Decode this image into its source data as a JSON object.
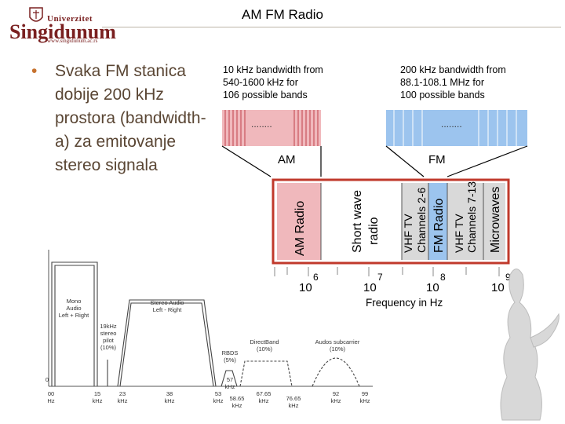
{
  "logo": {
    "line1": "Univerzitet",
    "line2": "Singidunum",
    "line3": "www.singidunum.ac.rs"
  },
  "slide": {
    "title": "AM FM Radio",
    "bullet": "Svaka FM stanica dobije 200 kHz prostora (bandwidth-a) za emitovanje stereo signala"
  },
  "spectrum": {
    "am_note": [
      "10 kHz bandwidth from",
      "540-1600 kHz for",
      "106 possible bands"
    ],
    "fm_note": [
      "200 kHz bandwidth from",
      "88.1-108.1 MHz for",
      "100 possible bands"
    ],
    "dots": "........",
    "am_label": "AM",
    "fm_label": "FM",
    "bands": {
      "am_radio": "AM Radio",
      "short_wave_1": "Short wave",
      "short_wave_2": "radio",
      "vhf1_1": "VHF TV",
      "vhf1_2": "Channels 2-6",
      "fm_radio": "FM Radio",
      "vhf2_1": "VHF TV",
      "vhf2_2": "Channels 7-13",
      "microwaves": "Microwaves"
    },
    "ticks": [
      {
        "base": "10",
        "exp": "6"
      },
      {
        "base": "10",
        "exp": "7"
      },
      {
        "base": "10",
        "exp": "8"
      },
      {
        "base": "10",
        "exp": "9"
      }
    ],
    "axis_label": "Frequency in Hz",
    "colors": {
      "am": "#f0b8bc",
      "fm": "#9cc4ee",
      "band_fill": "#d9d9d9",
      "band_border": "#c0392b"
    }
  },
  "fm_signal": {
    "y_zero": "0",
    "labels": {
      "mono": [
        "Mono",
        "Audio",
        "Left + Right"
      ],
      "stereo": [
        "Stereo Audio",
        "Left - Right"
      ],
      "pilot": [
        "19kHz",
        "stereo",
        "pilot",
        "(10%)"
      ],
      "rbds": [
        "RBDS",
        "(5%)"
      ],
      "directband": [
        "DirectBand",
        "(10%)"
      ],
      "audio_sub": [
        "Audos subcarrier",
        "(10%)"
      ]
    },
    "x_ticks": [
      {
        "value": "00",
        "unit": "Hz"
      },
      {
        "value": "15",
        "unit": "kHz"
      },
      {
        "value": "23",
        "unit": "kHz"
      },
      {
        "value": "38",
        "unit": "kHz"
      },
      {
        "value": "53",
        "unit": "kHz"
      },
      {
        "value": "57",
        "unit": "kHz"
      },
      {
        "value": "58.65",
        "unit": "kHz"
      },
      {
        "value": "67.65",
        "unit": "kHz"
      },
      {
        "value": "76.65",
        "unit": "kHz"
      },
      {
        "value": "92",
        "unit": "kHz"
      },
      {
        "value": "99",
        "unit": "kHz"
      }
    ]
  }
}
